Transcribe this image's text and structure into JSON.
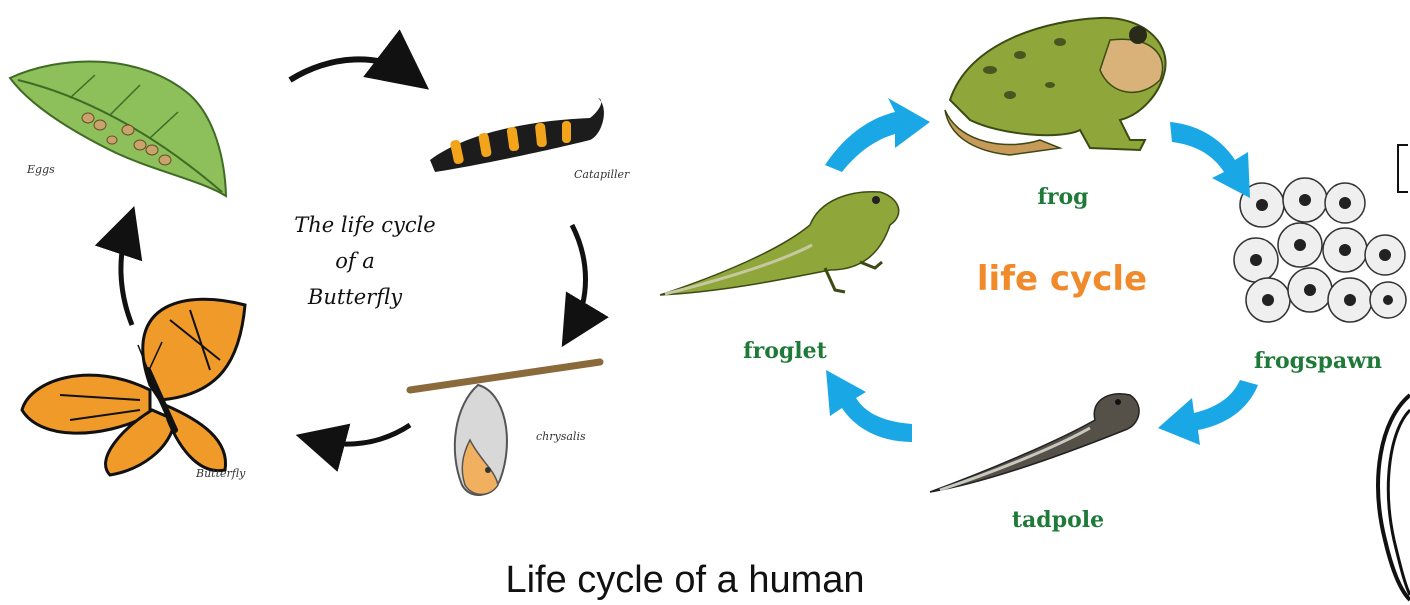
{
  "butterfly": {
    "center_text": [
      "The life cycle",
      "of a",
      "Butterfly"
    ],
    "stages": {
      "eggs": "Eggs",
      "caterpillar": "Catapiller",
      "chrysalis": "chrysalis",
      "butterfly": "Butterfly"
    },
    "arrow_color": "#111111"
  },
  "frog": {
    "title": "life cycle",
    "title_color": "#f08a2a",
    "label_color": "#1f7a3a",
    "arrow_color": "#1aa7e6",
    "stages": {
      "frog": "frog",
      "frogspawn": "frogspawn",
      "tadpole": "tadpole",
      "froglet": "froglet"
    }
  },
  "caption": "Life cycle of a human"
}
